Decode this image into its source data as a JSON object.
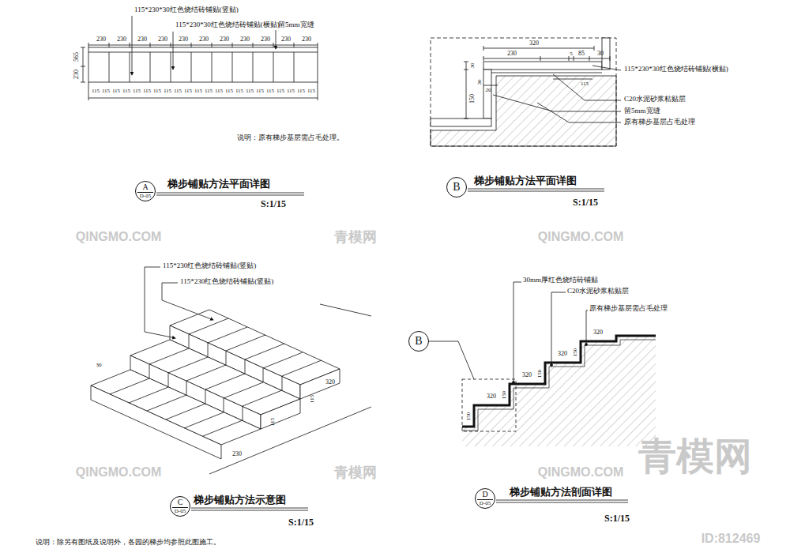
{
  "diagram": {
    "nodes": [
      {
        "text": [
          "A",
          "D-05"
        ]
      },
      {
        "text": [
          "B"
        ]
      },
      {
        "text": [
          "C",
          "D-05"
        ]
      },
      {
        "text": [
          "D",
          "D-05"
        ]
      },
      {
        "text": [
          "B"
        ]
      }
    ],
    "labels": [
      "115*230*30红色烧结砖铺贴(竖贴)",
      "115*230*30红色烧结砖铺贴(横贴)",
      "留5mm宽缝",
      "230",
      "230",
      "230",
      "230",
      "230",
      "230",
      "230",
      "230",
      "230",
      "230",
      "230",
      "565",
      "230",
      "115",
      "115",
      "115",
      "115",
      "115",
      "115",
      "115",
      "115",
      "115",
      "115",
      "115",
      "115",
      "115",
      "115",
      "115",
      "115",
      "115",
      "115",
      "115",
      "115",
      "115",
      "115",
      "说明：原有梯步基层需占毛处理。",
      "梯步铺贴方法平面详图",
      "S:1/15",
      "320",
      "230",
      "5",
      "85",
      "30",
      "30",
      "30",
      "20",
      "150",
      "115",
      "115*230*30红色烧结砖铺贴(横贴)",
      "C20水泥砂浆粘贴层",
      "留5mm宽缝",
      "原有梯步基层占毛处理",
      "梯步铺贴方法平面详图",
      "S:1/15",
      "115*230红色烧结砖铺贴(竖贴)",
      "115*230红色烧结砖铺贴(竖贴)",
      "320",
      "115",
      "115",
      "230",
      "30",
      "梯步铺贴方法示意图",
      "S:1/15",
      "30mm厚红色烧结砖铺贴",
      "C20水泥砂浆粘贴层",
      "原有梯步基层需占毛处理",
      "320",
      "320",
      "320",
      "320",
      "150",
      "150",
      "150",
      "150",
      "梯步铺贴方法剖面详图",
      "S:1/15",
      "说明：除另有图纸及说明外，各园的梯步均参照此图施工。",
      "QINGMO.COM",
      "青模网",
      "QINGMO.COM",
      "QINGMO.COM",
      "青模网",
      "QINGMO.COM",
      "青模网",
      "ID:812469"
    ]
  }
}
